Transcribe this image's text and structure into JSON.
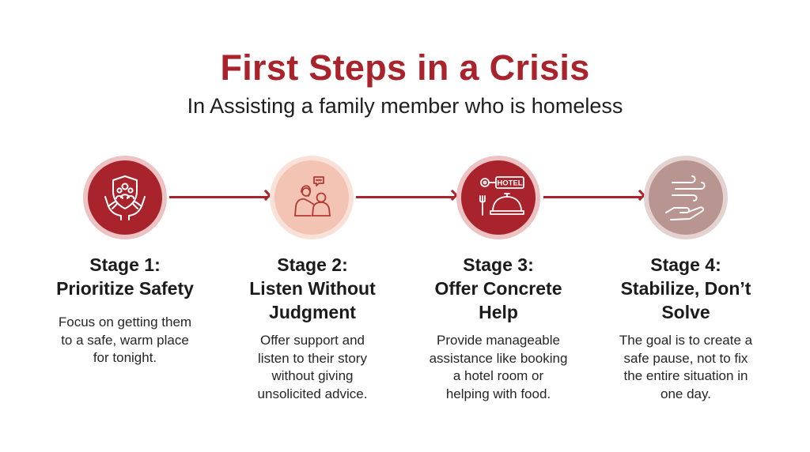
{
  "header": {
    "title": "First Steps in a Crisis",
    "subtitle": "In Assisting a family member who is homeless"
  },
  "colors": {
    "accent": "#a8232b",
    "stage1_fill": "#a8232b",
    "stage2_fill": "#f3c4b4",
    "stage3_fill": "#a8232b",
    "stage4_fill": "#b89590"
  },
  "stages": [
    {
      "title_lines": [
        "Stage 1:",
        "Prioritize Safety"
      ],
      "desc_lines": [
        "Focus on getting them",
        "to a safe, warm place",
        "for tonight."
      ],
      "icon": "family-in-hands-shield-icon"
    },
    {
      "title_lines": [
        "Stage 2:",
        "Listen Without",
        "Judgment"
      ],
      "desc_lines": [
        "Offer support and",
        "listen to their story",
        "without giving",
        "unsolicited advice."
      ],
      "icon": "conversation-people-icon"
    },
    {
      "title_lines": [
        "Stage 3:",
        "Offer Concrete",
        "Help"
      ],
      "desc_lines": [
        "Provide manageable",
        "assistance like booking",
        "a hotel room or",
        "helping with food."
      ],
      "icon": "hotel-and-food-icon",
      "icon_label": "HOTEL"
    },
    {
      "title_lines": [
        "Stage 4:",
        "Stabilize, Don’t",
        "Solve"
      ],
      "desc_lines": [
        "The goal is to create a",
        "safe pause, not to fix",
        "the entire situation in",
        "one day."
      ],
      "icon": "calm-hand-breeze-icon"
    }
  ]
}
